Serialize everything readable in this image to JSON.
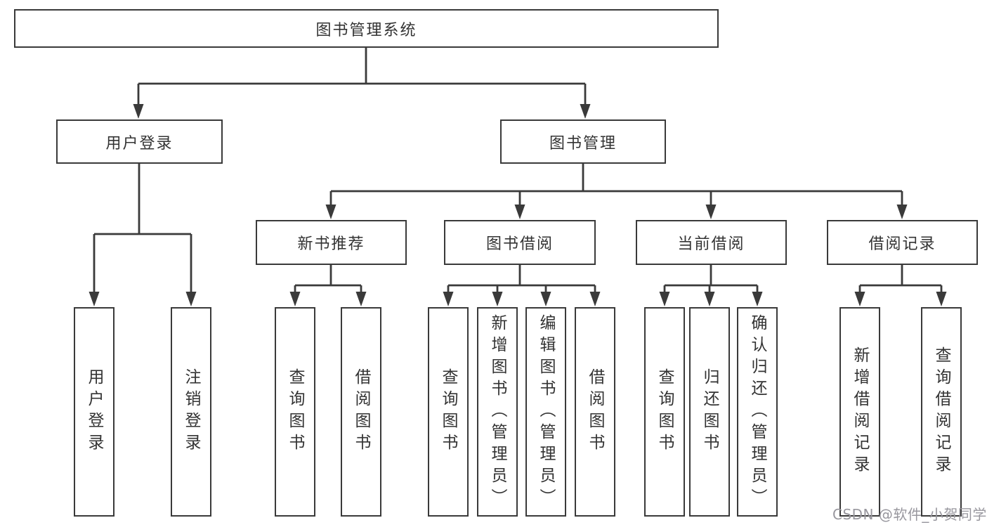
{
  "diagram_title": "图书管理系统",
  "tree": {
    "label": "图书管理系统",
    "children": [
      {
        "label": "用户登录",
        "children": [
          {
            "label": "用户登录"
          },
          {
            "label": "注销登录"
          }
        ]
      },
      {
        "label": "图书管理",
        "children": [
          {
            "label": "新书推荐",
            "children": [
              {
                "label": "查询图书"
              },
              {
                "label": "借阅图书"
              }
            ]
          },
          {
            "label": "图书借阅",
            "children": [
              {
                "label": "查询图书"
              },
              {
                "label": "新增图书（管理员）"
              },
              {
                "label": "编辑图书（管理员）"
              },
              {
                "label": "借阅图书"
              }
            ]
          },
          {
            "label": "当前借阅",
            "children": [
              {
                "label": "查询图书"
              },
              {
                "label": "归还图书"
              },
              {
                "label": "确认归还（管理员）"
              }
            ]
          },
          {
            "label": "借阅记录",
            "children": [
              {
                "label": "新增借阅记录"
              },
              {
                "label": "查询借阅记录"
              }
            ]
          }
        ]
      }
    ]
  },
  "watermark": "CSDN @软件_小贺同学",
  "colors": {
    "line": "#3a3a3a",
    "text": "#333333",
    "box_background": "#ffffff",
    "watermark": "#98979e"
  }
}
